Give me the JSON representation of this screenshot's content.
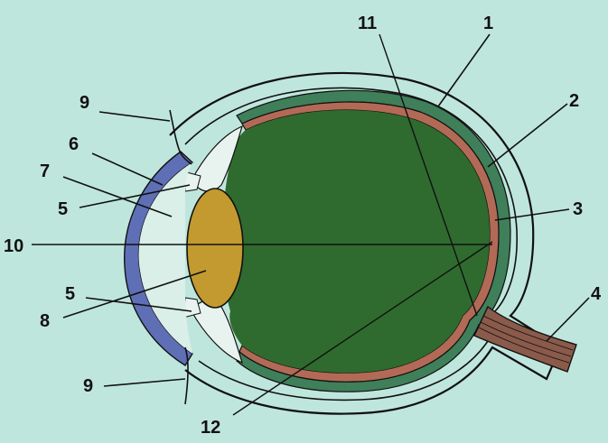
{
  "labels": {
    "l1": "1",
    "l2": "2",
    "l3": "3",
    "l4": "4",
    "l5a": "5",
    "l5b": "5",
    "l6": "6",
    "l7": "7",
    "l8": "8",
    "l9a": "9",
    "l9b": "9",
    "l10": "10",
    "l11": "11",
    "l12": "12"
  },
  "colors": {
    "background": "#bfe6dc",
    "sclera_band": "#bfe6dc",
    "choroid": "#3f7f5a",
    "retina": "#b26a57",
    "vitreous": "#2f6b2f",
    "lens": "#c29a2f",
    "cornea": "#5f6fb6",
    "optic_nerve": "#8a5a4a",
    "outline": "#111111"
  }
}
